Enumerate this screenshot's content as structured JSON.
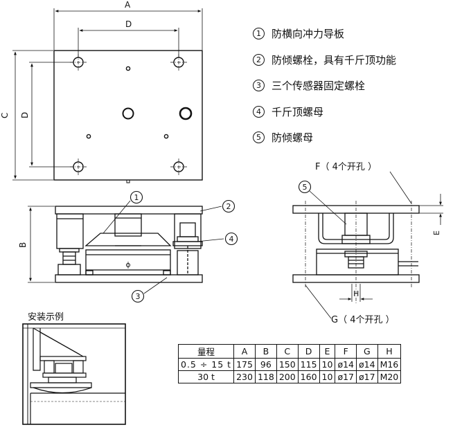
{
  "legend": {
    "items": [
      {
        "num": "1",
        "text": "防横向冲力导板"
      },
      {
        "num": "2",
        "text": "防倾螺栓，具有千斤顶功能"
      },
      {
        "num": "3",
        "text": "三个传感器固定螺栓"
      },
      {
        "num": "4",
        "text": "千斤顶螺母"
      },
      {
        "num": "5",
        "text": "防倾螺母"
      }
    ]
  },
  "dims": {
    "A": "A",
    "C": "C",
    "D": "D",
    "B": "B",
    "E": "E",
    "H": "H"
  },
  "callouts": {
    "c1": "1",
    "c2": "2",
    "c3": "3",
    "c4": "4",
    "c5": "5"
  },
  "holes_top": "F（  4个开孔  ）",
  "holes_bottom": "G（  4个开孔  ）",
  "install_caption": "安装示例",
  "spec_table": {
    "headers": [
      "量程",
      "A",
      "B",
      "C",
      "D",
      "E",
      "F",
      "G",
      "H"
    ],
    "rows": [
      [
        "0.5 ÷ 15 t",
        "175",
        "96",
        "150",
        "115",
        "10",
        "ø14",
        "ø14",
        "M16"
      ],
      [
        "30 t",
        "230",
        "118",
        "200",
        "160",
        "10",
        "ø17",
        "ø17",
        "M20"
      ]
    ]
  }
}
